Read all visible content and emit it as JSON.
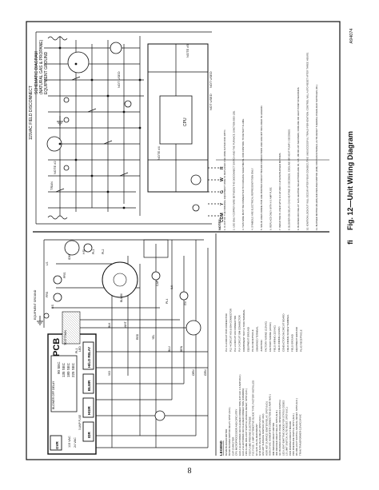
{
  "figure": {
    "caption": "Fig. 12—Unit Wiring Diagram",
    "caption_prefix": "fi",
    "drawing_number": "A94074",
    "page_number": "8"
  },
  "ladder_diagram": {
    "header_lines": [
      "115VAC FIELD DISCONNECT",
      "SCHEMATIC DIAGRAM",
      "(NATURAL GAS & PROPANE)",
      "EQUIPMENT GROUND"
    ],
    "not_used_labels": [
      "NOT USED",
      "NOT USED",
      "NOT USED"
    ],
    "note_refs": [
      "NOTE #5",
      "NOTE #4",
      "NOTE #2"
    ],
    "thermostat_terminals": [
      "R",
      "W",
      "G",
      "Y",
      "COM"
    ],
    "cpu_label": "CPU",
    "transformer_label": "TRAN"
  },
  "pcb_panel": {
    "title": "PCB",
    "relays": [
      "HI/LO RELAY",
      "BLWR",
      "HSIR",
      "IDR"
    ],
    "fuse_label": "3-AMP FUSE",
    "led_label": "LED",
    "voltage_labels": [
      "115 VAC",
      "24 VAC"
    ],
    "timer_label": "BLOWER OFF DELAY",
    "timer_options": [
      "90 SEC",
      "135 SEC",
      "180 SEC",
      "225 SEC"
    ],
    "test_label": "TEST/TWIN",
    "gvr_label": "GVR",
    "ground_label": "EQUIPMENT GROUND",
    "component_labels": [
      "LS",
      "FRS",
      "RS",
      "PRS",
      "ILK",
      "HSI",
      "IDM",
      "BLWM",
      "CAP",
      "GV",
      "PL1",
      "PL2",
      "PL3",
      "PL4"
    ]
  },
  "wire_colors": [
    "BLK",
    "WHT",
    "RED",
    "YEL",
    "BLU",
    "BRN",
    "ORN",
    "GRN",
    "VIO"
  ],
  "legend": {
    "title": "LEGEND",
    "entries": [
      "BLWM  BLOWER MOTOR",
      "BLWR  BLOWER MOTOR RELAY, SPST-(N.O.)",
      "CAP   CAPACITOR",
      "CPU   MICROPROCESSOR AND CIRCUITRY",
      "EAC-1 ELECTRONIC AIR CLEANER CONNECTION (115 VAC 1.0 AMP MAX.)",
      "EAC-2 ELECTRONIC AIR CLEANER CONNECTION (COMMON)",
      "FRS   FLAME ROLLOUT SWITCH, MANUAL RESET, SPST-(N.C.)",
      "FSE   FLAME-PROVING ELECTRODE",
      "FU1   FUSE, 3 AMP, AUTOMOTIVE BLADE TYPE, FACTORY INSTALLED",
      "GV    GAS VALVE-REDUNDANT",
      "GVR   GAS VALVE RELAY, DPST-(N.O.)",
      "HSI   HOT SURFACE IGNITER (115 VAC)",
      "HSIR  HOT SURFACE IGNITER RELAY, SPST-(N.O.)",
      "HUM   24 VAC HUMIDIFIER CONNECTION (0.5 AMP. MAX.)",
      "IDM   INDUCED DRAFT MOTOR",
      "IDR   INDUCED DRAFT RELAY, SPST-(N.O.)",
      "ILK   BLOWER ACCESS PANEL INTERLOCK SWITCH",
      "LED   LIGHT-EMITTING DIODE FOR STATUS CODES",
      "LS    LIMIT SWITCH, AUTO RESET, SPST-(N.C.)",
      "PCB   PRINTED CIRCUIT BOARD",
      "PRS   PRESSURE SWITCH, SPST-(N.O.)",
      "RS    ROLLOUT SWITCH, MANUAL RESET, SPST-(N.C.)",
      "TRAN  TRANSFORMER-115VAC/24VAC"
    ],
    "secondary_entries": [
      "PL1  11-CIRCUIT PCB CONNECTOR",
      "PL2  4-CIRCUIT HSI & IDM CONNECTOR",
      "PL3  2-CIRCUIT HSI CONNECTOR",
      "PL4  2-CIRCUIT IDM CONNECTOR",
      "COMPONENT TEST & TWIN TERMINAL",
      "EQUIPMENT GROUND",
      "PLUG RECEPTACLE",
      "UNMARKED TERMINAL",
      "JUNCTION",
      "FACTORY WIRING (115VAC)",
      "FACTORY WIRING (24VAC)",
      "FIELD WIRING (115VAC)",
      "FIELD WIRING (24VAC)",
      "CONDUCTOR ON CIRCUIT BOARD",
      "FIELD WIRING SCREW TERMINAL",
      "FIELD GROUND",
      "EQUIPMENT GROUND",
      "PLUG RECEPTACLE"
    ]
  },
  "notes": {
    "title": "NOTES:",
    "items": [
      "1. IF ANY OF THE ORIGINAL EQUIPMENT WIRE IS REPLACED USE WIRE RATED FOR 105°C.",
      "2. USE ONLY COPPER WIRE BETWEEN THE DISCONNECT SWITCH AND THE FURNACE JUNCTION BOX (JB).",
      "3. THIS WIRE MUST BE CONNECTED TO FURNACE SHEETMETAL FOR CONTROL TO DETECT FLAME.",
      "4. SYMBOLS ARE ELECTRICAL REPRESENTATION ONLY.",
      "5. SOLID LINES INSIDE PCB ARE PRINTED CIRCUIT BOARD CONDUCTORS AND ARE NOT INCLUDED IN LEGEND.",
      "6. REPLACE ONLY WITH A 3 AMP FUSE.",
      "7. INDUCTOR IS USED WITH 3/4 HP AND 1 HP ECM BLOWER MOTORS.",
      "8. BLOWER-ON DELAY: GAS HEATING 25 SECONDS, COOLING OR HEAT PUMP 2 SECONDS.",
      "9. BLOWER-OFF DELAY: GAS HEATING SELECTIONS ARE 90, 135, 180 OR 225 SECONDS; COOLING OR HEAT PUMP 90 SECONDS.",
      "10. IGNITION LOCKOUT WILL OCCUR AFTER FOUR CONSECUTIVE UNSUCCESSFUL TRIALS-FOR-IGNITION. CONTROL WILL AUTO-RESET AFTER THREE HOURS.",
      "11. BLOWER MOTOR (BLWM) AND INDUCER MOTOR (IDM) CONTAIN INTERNAL AUTO-RESET THERMAL OVERLOAD SWITCHES (OL)."
    ]
  }
}
